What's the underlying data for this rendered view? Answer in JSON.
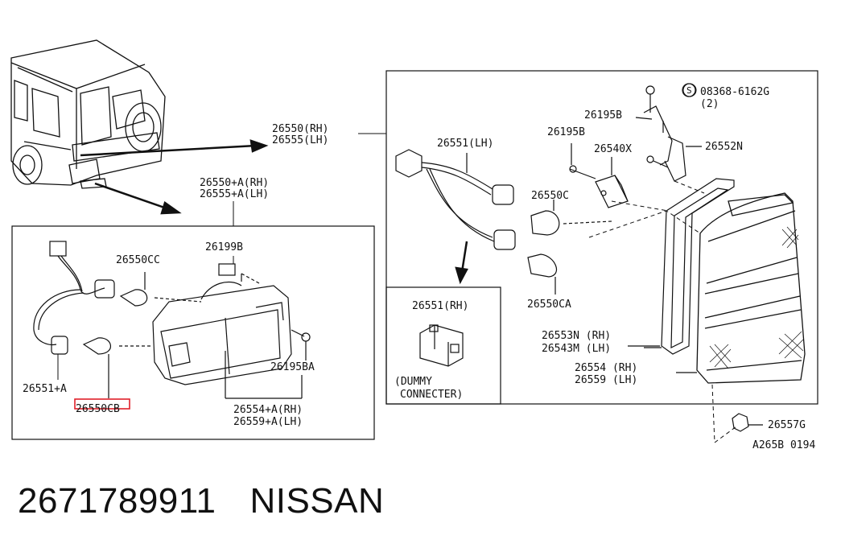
{
  "labels": {
    "main_rh": "26550(RH)",
    "main_lh": "26555(LH)",
    "a_rh": "26550+A(RH)",
    "a_lh": "26555+A(LH)",
    "p26199B": "26199B",
    "p26550CC": "26550CC",
    "p26551A": "26551+A",
    "p26550B": "26550CB",
    "p26195BA": "26195BA",
    "p26554A_rh": "26554+A(RH)",
    "p26559A_lh": "26559+A(LH)",
    "bolt_ref": "08368-6162G",
    "bolt_qty": "(2)",
    "bolt_s_symbol": "S",
    "p26195B_top": "26195B",
    "p26195B_mid": "26195B",
    "p26551_lh": "26551(LH)",
    "p26540X": "26540X",
    "p26552N": "26552N",
    "p26550C": "26550C",
    "p26550CA": "26550CA",
    "p26551_rh": "26551(RH)",
    "dummy_line1": "(DUMMY",
    "dummy_line2": "CONNECTER)",
    "p26553N_rh": "26553N (RH)",
    "p26543M_lh": "26543M (LH)",
    "p26554_rh": "26554 (RH)",
    "p26559_lh": "26559 (LH)",
    "p26557G": "26557G",
    "diagram_code": "A265B 0194"
  },
  "footer": {
    "part_number": "2671789911",
    "brand": "NISSAN"
  },
  "colors": {
    "line": "#111111",
    "highlight": "#e0202a"
  }
}
